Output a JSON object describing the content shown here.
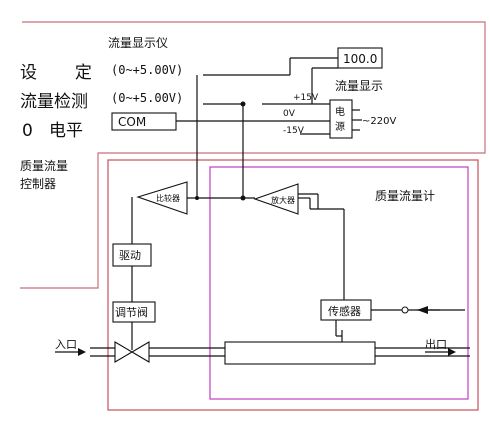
{
  "instrument": {
    "title": "流量显示仪",
    "setpoint_label": "设       定",
    "setpoint_range": "(0~+5.00V)",
    "flow_detect_label": "流量检测",
    "flow_detect_range": "(0~+5.00V)",
    "zero_label": "0   电平",
    "com_label": "COM",
    "display_value": "100.0",
    "display_label": "流量显示",
    "power": {
      "box_label_1": "电",
      "box_label_2": "源",
      "plus15": "+15V",
      "zero_v": "0V",
      "minus15": "-15V",
      "mains": "~220V"
    }
  },
  "controller": {
    "label_line1": "质量流量",
    "label_line2": "控制器",
    "comparator": "比较器",
    "driver": "驱动",
    "valve": "调节阀",
    "inlet": "入口",
    "outlet": "出口"
  },
  "meter": {
    "title": "质量流量计",
    "amplifier": "放大器",
    "sensor": "传感器"
  },
  "colors": {
    "instrument_border": "#c8707a",
    "controller_border": "#c8505a",
    "meter_border": "#c040c0",
    "line": "#111111"
  }
}
